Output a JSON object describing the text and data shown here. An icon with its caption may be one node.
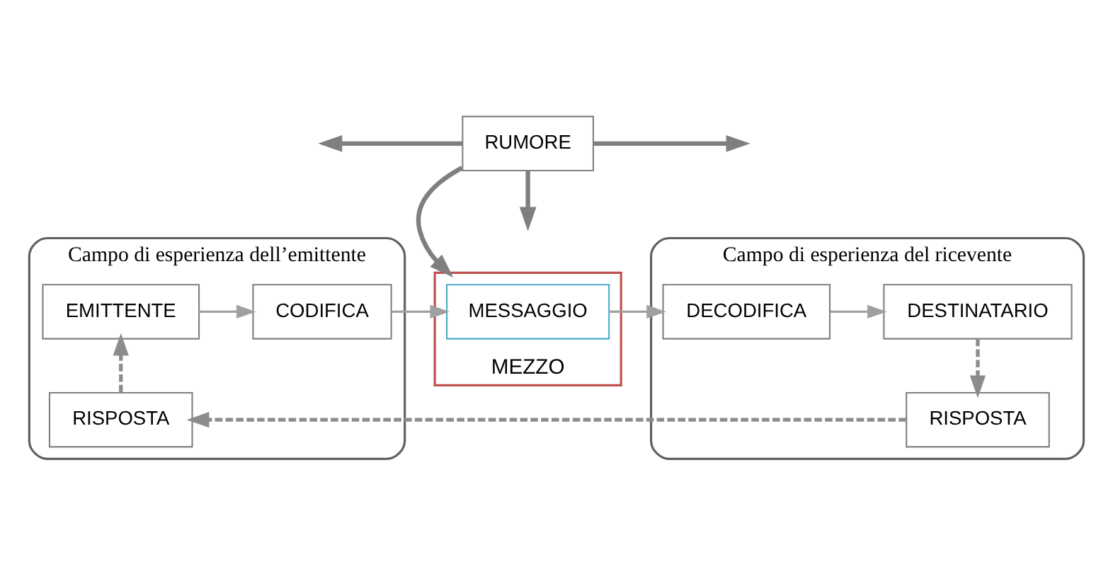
{
  "diagram": {
    "nodes": [
      {
        "text": [
          "Campo di esperienza dell’emittente"
        ]
      },
      {
        "text": [
          "Campo di esperienza del ricevente"
        ]
      },
      {
        "text": [
          "EMITTENTE"
        ],
        "in": 0
      },
      {
        "text": [
          "CODIFICA"
        ],
        "in": 0
      },
      {
        "text": [
          "MEZZO"
        ]
      },
      {
        "text": [
          "MESSAGGIO"
        ],
        "in": 4
      },
      {
        "text": [
          "DECODIFICA"
        ],
        "in": 1
      },
      {
        "text": [
          "DESTINATARIO"
        ],
        "in": 1
      },
      {
        "text": [
          "RUMORE"
        ]
      },
      {
        "text": [
          "RISPOSTA"
        ],
        "in": 0
      },
      {
        "text": [
          "RISPOSTA"
        ],
        "in": 1
      }
    ],
    "edges": [
      {
        "from": 2,
        "to": 3,
        "arrow": "to"
      },
      {
        "from": 3,
        "to": 5,
        "arrow": "to"
      },
      {
        "from": 5,
        "to": 6,
        "arrow": "to"
      },
      {
        "from": 6,
        "to": 7,
        "arrow": "to"
      },
      {
        "from": 7,
        "to": 10,
        "arrow": "to",
        "style": "dashed"
      },
      {
        "from": 10,
        "to": 9,
        "arrow": "to",
        "style": "dashed"
      },
      {
        "from": 9,
        "to": 2,
        "arrow": "to",
        "style": "dashed"
      },
      {
        "from": 8,
        "to": 4,
        "arrow": "to",
        "color": "#7f7f7f"
      },
      {
        "from": 8,
        "to": null,
        "arrow": "to",
        "color": "#7f7f7f"
      },
      {
        "from": 8,
        "to": null,
        "arrow": "to",
        "color": "#7f7f7f"
      },
      {
        "from": 8,
        "to": null,
        "arrow": "to",
        "color": "#7f7f7f"
      }
    ]
  }
}
